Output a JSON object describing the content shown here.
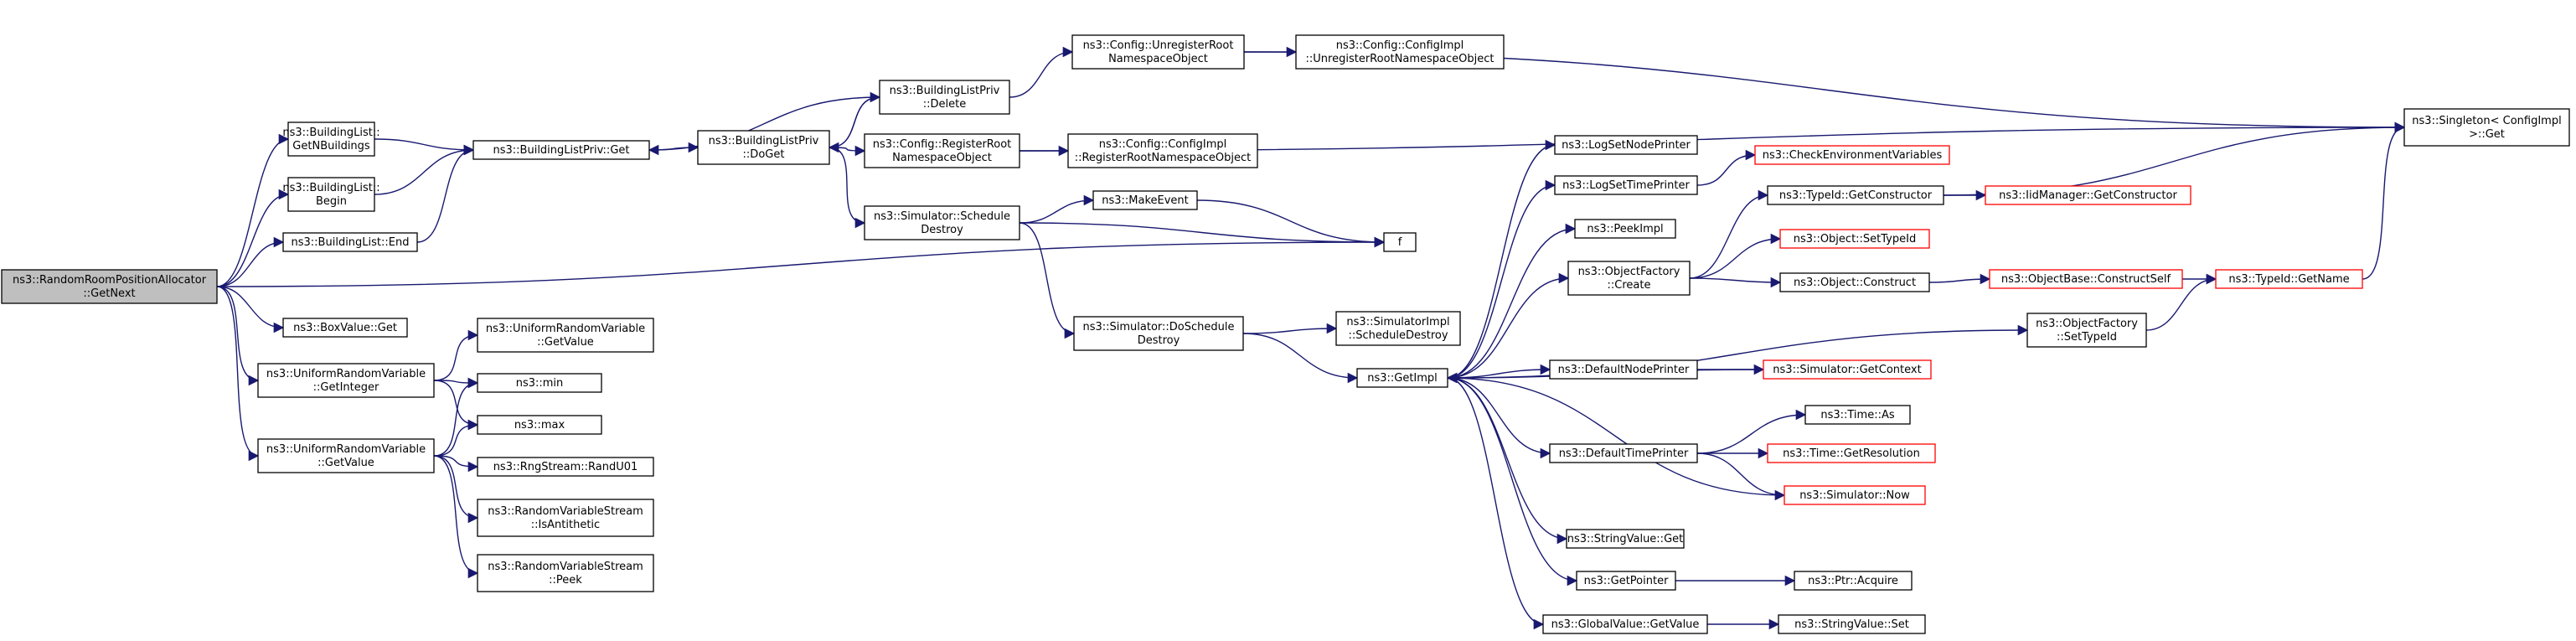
{
  "diagram": {
    "title": "",
    "colors": {
      "edge": "#191970",
      "node_border": "#000000",
      "truncated_border": "#ff0000",
      "root_fill": "#bfbfbf",
      "node_fill": "#ffffff"
    },
    "nodes": [
      {
        "id": "root",
        "lines": [
          "ns3::RandomRoomPositionAllocator",
          "::GetNext"
        ],
        "style": "root"
      },
      {
        "id": "bl_getn",
        "lines": [
          "ns3::BuildingList::",
          "GetNBuildings"
        ],
        "style": "normal"
      },
      {
        "id": "bl_begin",
        "lines": [
          "ns3::BuildingList::",
          "Begin"
        ],
        "style": "normal"
      },
      {
        "id": "bl_end",
        "lines": [
          "ns3::BuildingList::End"
        ],
        "style": "normal"
      },
      {
        "id": "blp_get",
        "lines": [
          "ns3::BuildingListPriv::Get"
        ],
        "style": "normal"
      },
      {
        "id": "blp_doget",
        "lines": [
          "ns3::BuildingListPriv",
          "::DoGet"
        ],
        "style": "normal"
      },
      {
        "id": "blp_delete",
        "lines": [
          "ns3::BuildingListPriv",
          "::Delete"
        ],
        "style": "normal"
      },
      {
        "id": "cfg_unreg",
        "lines": [
          "ns3::Config::UnregisterRoot",
          "NamespaceObject"
        ],
        "style": "normal"
      },
      {
        "id": "cfgimpl_unreg",
        "lines": [
          "ns3::Config::ConfigImpl",
          "::UnregisterRootNamespaceObject"
        ],
        "style": "normal"
      },
      {
        "id": "cfg_reg",
        "lines": [
          "ns3::Config::RegisterRoot",
          "NamespaceObject"
        ],
        "style": "normal"
      },
      {
        "id": "cfgimpl_reg",
        "lines": [
          "ns3::Config::ConfigImpl",
          "::RegisterRootNamespaceObject"
        ],
        "style": "normal"
      },
      {
        "id": "singleton",
        "lines": [
          "ns3::Singleton< ConfigImpl",
          " >::Get"
        ],
        "style": "normal"
      },
      {
        "id": "sim_sched",
        "lines": [
          "ns3::Simulator::Schedule",
          "Destroy"
        ],
        "style": "normal"
      },
      {
        "id": "makeevent",
        "lines": [
          "ns3::MakeEvent"
        ],
        "style": "normal"
      },
      {
        "id": "f",
        "lines": [
          "f"
        ],
        "style": "normal"
      },
      {
        "id": "sim_dosched",
        "lines": [
          "ns3::Simulator::DoSchedule",
          "Destroy"
        ],
        "style": "normal"
      },
      {
        "id": "simimpl_sched",
        "lines": [
          "ns3::SimulatorImpl",
          "::ScheduleDestroy"
        ],
        "style": "normal"
      },
      {
        "id": "getimpl",
        "lines": [
          "ns3::GetImpl"
        ],
        "style": "normal"
      },
      {
        "id": "boxvalue",
        "lines": [
          "ns3::BoxValue::Get"
        ],
        "style": "normal"
      },
      {
        "id": "urv_getint",
        "lines": [
          "ns3::UniformRandomVariable",
          "::GetInteger"
        ],
        "style": "normal"
      },
      {
        "id": "urv_getval",
        "lines": [
          "ns3::UniformRandomVariable",
          "::GetValue"
        ],
        "style": "normal"
      },
      {
        "id": "urv_getval2",
        "lines": [
          "ns3::UniformRandomVariable",
          "::GetValue"
        ],
        "style": "normal"
      },
      {
        "id": "min",
        "lines": [
          "ns3::min"
        ],
        "style": "normal"
      },
      {
        "id": "max",
        "lines": [
          "ns3::max"
        ],
        "style": "normal"
      },
      {
        "id": "randu01",
        "lines": [
          "ns3::RngStream::RandU01"
        ],
        "style": "normal"
      },
      {
        "id": "isanti",
        "lines": [
          "ns3::RandomVariableStream",
          "::IsAntithetic"
        ],
        "style": "normal"
      },
      {
        "id": "peek",
        "lines": [
          "ns3::RandomVariableStream",
          "::Peek"
        ],
        "style": "normal"
      },
      {
        "id": "lognode",
        "lines": [
          "ns3::LogSetNodePrinter"
        ],
        "style": "normal"
      },
      {
        "id": "logtime",
        "lines": [
          "ns3::LogSetTimePrinter"
        ],
        "style": "normal"
      },
      {
        "id": "checkenv",
        "lines": [
          "ns3::CheckEnvironmentVariables"
        ],
        "style": "truncated"
      },
      {
        "id": "peekimpl",
        "lines": [
          "ns3::PeekImpl"
        ],
        "style": "normal"
      },
      {
        "id": "objfac_create",
        "lines": [
          "ns3::ObjectFactory",
          "::Create"
        ],
        "style": "normal"
      },
      {
        "id": "typeid_getctor",
        "lines": [
          "ns3::TypeId::GetConstructor"
        ],
        "style": "normal"
      },
      {
        "id": "iidmgr_getctor",
        "lines": [
          "ns3::IidManager::GetConstructor"
        ],
        "style": "truncated"
      },
      {
        "id": "obj_settypeid",
        "lines": [
          "ns3::Object::SetTypeId"
        ],
        "style": "truncated"
      },
      {
        "id": "obj_construct",
        "lines": [
          "ns3::Object::Construct"
        ],
        "style": "normal"
      },
      {
        "id": "objbase_constructself",
        "lines": [
          "ns3::ObjectBase::ConstructSelf"
        ],
        "style": "truncated"
      },
      {
        "id": "typeid_getname",
        "lines": [
          "ns3::TypeId::GetName"
        ],
        "style": "truncated"
      },
      {
        "id": "objfac_settypeid",
        "lines": [
          "ns3::ObjectFactory",
          "::SetTypeId"
        ],
        "style": "normal"
      },
      {
        "id": "defnodeprinter",
        "lines": [
          "ns3::DefaultNodePrinter"
        ],
        "style": "normal"
      },
      {
        "id": "sim_getcontext",
        "lines": [
          "ns3::Simulator::GetContext"
        ],
        "style": "truncated"
      },
      {
        "id": "deftimeprinter",
        "lines": [
          "ns3::DefaultTimePrinter"
        ],
        "style": "normal"
      },
      {
        "id": "time_as",
        "lines": [
          "ns3::Time::As"
        ],
        "style": "normal"
      },
      {
        "id": "time_getres",
        "lines": [
          "ns3::Time::GetResolution"
        ],
        "style": "truncated"
      },
      {
        "id": "sim_now",
        "lines": [
          "ns3::Simulator::Now"
        ],
        "style": "truncated"
      },
      {
        "id": "stringvalue_get",
        "lines": [
          "ns3::StringValue::Get"
        ],
        "style": "normal"
      },
      {
        "id": "getpointer",
        "lines": [
          "ns3::GetPointer"
        ],
        "style": "normal"
      },
      {
        "id": "ptr_acquire",
        "lines": [
          "ns3::Ptr::Acquire"
        ],
        "style": "normal"
      },
      {
        "id": "globalvalue_get",
        "lines": [
          "ns3::GlobalValue::GetValue"
        ],
        "style": "normal"
      },
      {
        "id": "stringvalue_set",
        "lines": [
          "ns3::StringValue::Set"
        ],
        "style": "normal"
      }
    ],
    "edges": [
      [
        "root",
        "bl_getn"
      ],
      [
        "root",
        "bl_begin"
      ],
      [
        "root",
        "bl_end"
      ],
      [
        "root",
        "f"
      ],
      [
        "root",
        "boxvalue"
      ],
      [
        "root",
        "urv_getint"
      ],
      [
        "root",
        "urv_getval2"
      ],
      [
        "bl_getn",
        "blp_get"
      ],
      [
        "bl_begin",
        "blp_get"
      ],
      [
        "bl_end",
        "blp_get"
      ],
      [
        "blp_get",
        "blp_doget"
      ],
      [
        "blp_doget",
        "blp_delete"
      ],
      [
        "blp_delete",
        "blp_doget"
      ],
      [
        "blp_delete",
        "blp_get"
      ],
      [
        "blp_doget",
        "cfg_reg"
      ],
      [
        "blp_doget",
        "sim_sched"
      ],
      [
        "blp_delete",
        "cfg_unreg"
      ],
      [
        "cfg_unreg",
        "cfgimpl_unreg"
      ],
      [
        "cfg_unreg",
        "singleton"
      ],
      [
        "cfg_reg",
        "cfgimpl_reg"
      ],
      [
        "cfg_reg",
        "singleton"
      ],
      [
        "sim_sched",
        "makeevent"
      ],
      [
        "sim_sched",
        "f"
      ],
      [
        "sim_sched",
        "sim_dosched"
      ],
      [
        "makeevent",
        "f"
      ],
      [
        "sim_dosched",
        "simimpl_sched"
      ],
      [
        "sim_dosched",
        "getimpl"
      ],
      [
        "urv_getint",
        "urv_getval"
      ],
      [
        "urv_getint",
        "min"
      ],
      [
        "urv_getint",
        "max"
      ],
      [
        "urv_getval2",
        "min"
      ],
      [
        "urv_getval2",
        "max"
      ],
      [
        "urv_getval2",
        "randu01"
      ],
      [
        "urv_getval2",
        "isanti"
      ],
      [
        "urv_getval2",
        "peek"
      ],
      [
        "getimpl",
        "lognode"
      ],
      [
        "getimpl",
        "logtime"
      ],
      [
        "getimpl",
        "peekimpl"
      ],
      [
        "getimpl",
        "objfac_create"
      ],
      [
        "getimpl",
        "objfac_settypeid"
      ],
      [
        "getimpl",
        "defnodeprinter"
      ],
      [
        "getimpl",
        "deftimeprinter"
      ],
      [
        "getimpl",
        "stringvalue_get"
      ],
      [
        "getimpl",
        "getpointer"
      ],
      [
        "getimpl",
        "globalvalue_get"
      ],
      [
        "logtime",
        "checkenv"
      ],
      [
        "objfac_create",
        "typeid_getctor"
      ],
      [
        "objfac_create",
        "obj_settypeid"
      ],
      [
        "objfac_create",
        "obj_construct"
      ],
      [
        "typeid_getctor",
        "iidmgr_getctor"
      ],
      [
        "typeid_getctor",
        "singleton"
      ],
      [
        "obj_construct",
        "objbase_constructself"
      ],
      [
        "objbase_constructself",
        "typeid_getname"
      ],
      [
        "typeid_getname",
        "singleton"
      ],
      [
        "objfac_settypeid",
        "typeid_getname"
      ],
      [
        "defnodeprinter",
        "sim_getcontext"
      ],
      [
        "sim_getcontext",
        "getimpl"
      ],
      [
        "deftimeprinter",
        "time_as"
      ],
      [
        "deftimeprinter",
        "time_getres"
      ],
      [
        "deftimeprinter",
        "sim_now"
      ],
      [
        "sim_now",
        "getimpl"
      ],
      [
        "getpointer",
        "ptr_acquire"
      ],
      [
        "globalvalue_get",
        "stringvalue_set"
      ]
    ]
  }
}
